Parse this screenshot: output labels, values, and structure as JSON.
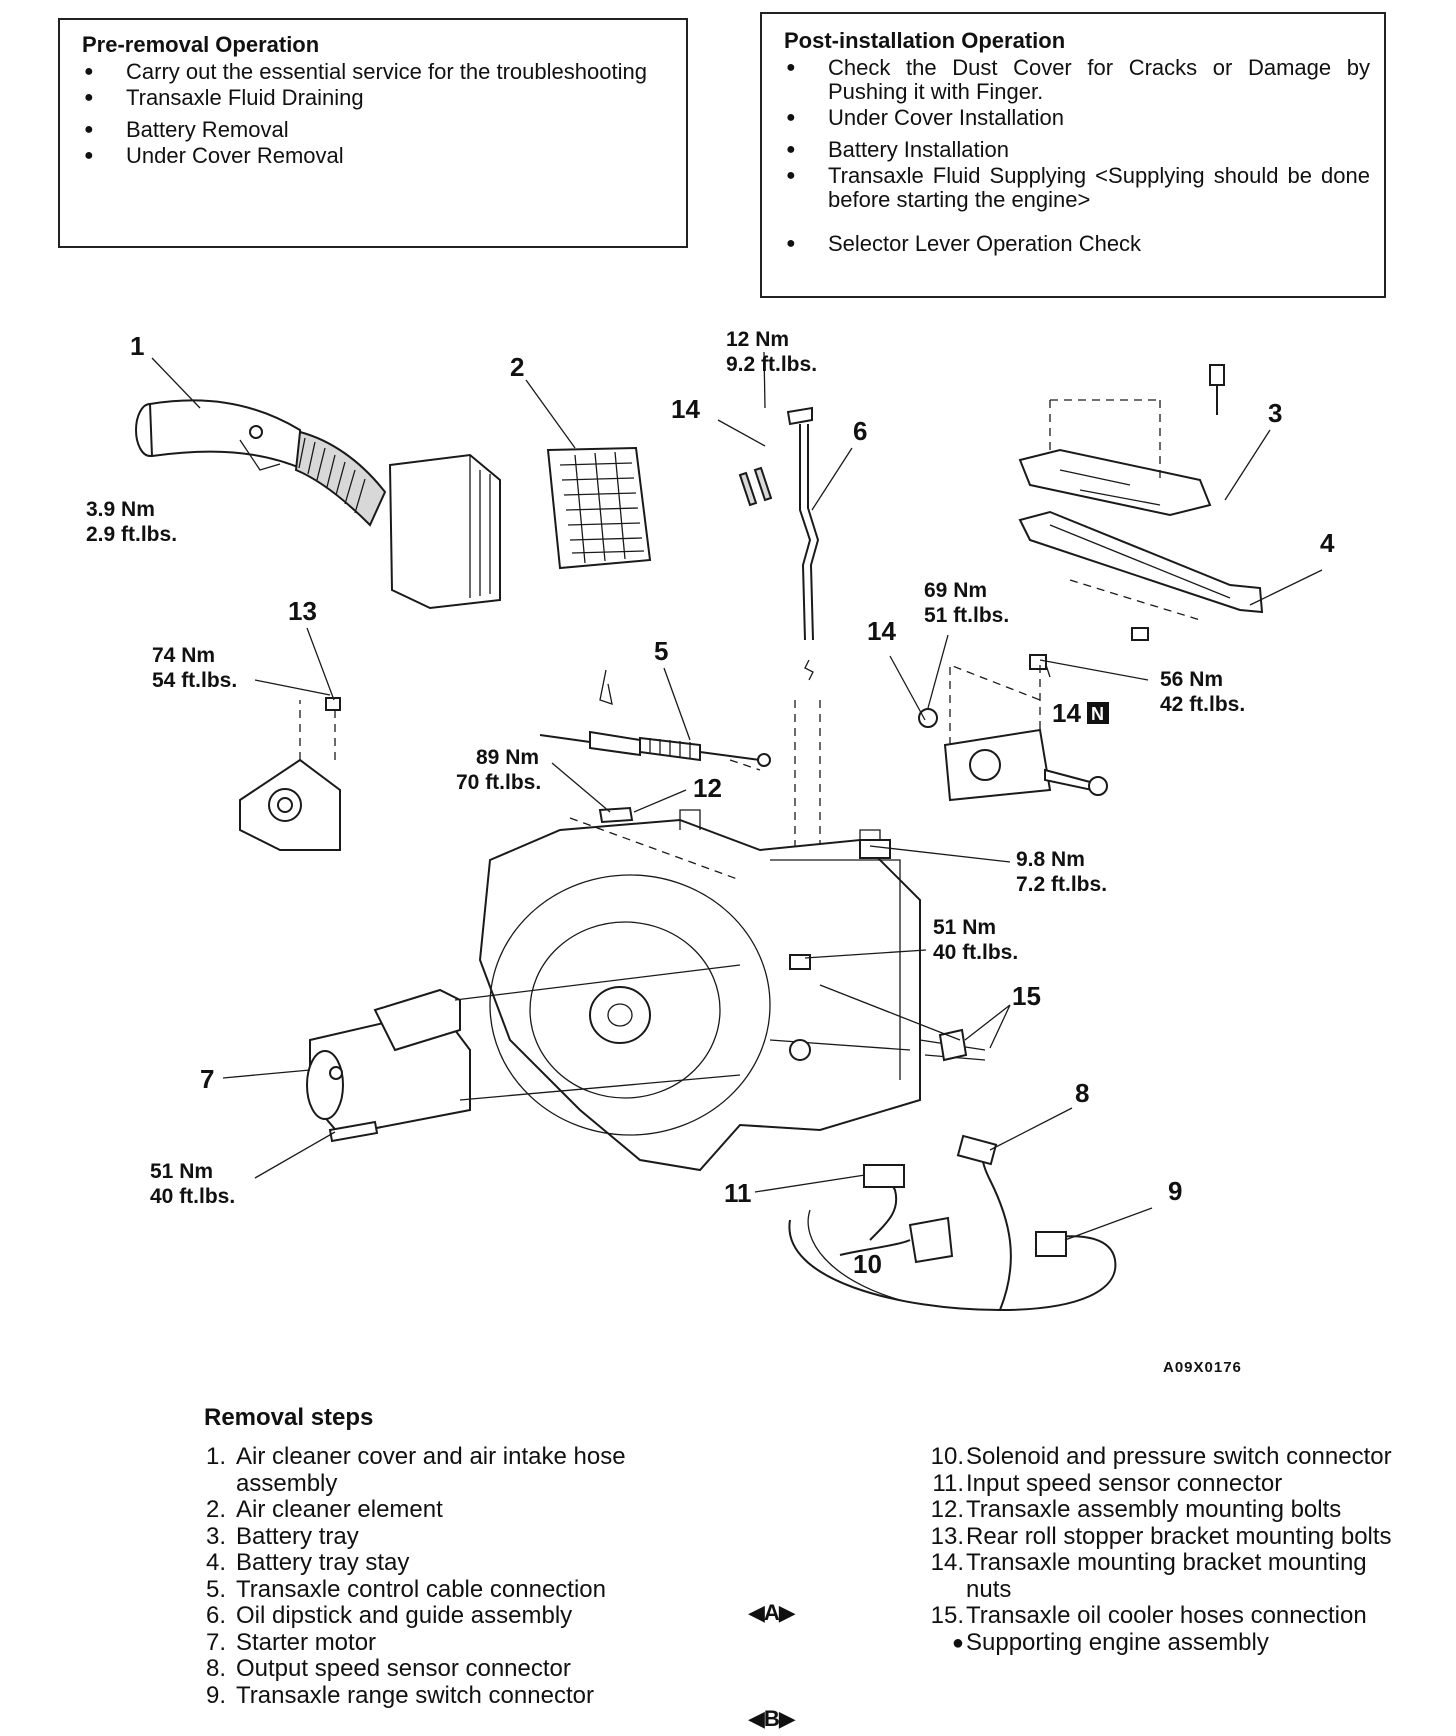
{
  "pre_removal": {
    "title": "Pre-removal Operation",
    "items": [
      "Carry out the essential service for the troubleshooting",
      "Transaxle Fluid Draining",
      "Battery Removal",
      "Under Cover Removal"
    ]
  },
  "post_installation": {
    "title": "Post-installation Operation",
    "items": [
      "Check the Dust Cover for Cracks or Damage by Pushing it with Finger.",
      "Under Cover Installation",
      "Battery Installation",
      "Transaxle Fluid Supplying <Supplying should be done before starting the engine>",
      "Selector Lever Operation Check"
    ]
  },
  "diagram": {
    "part_numbers": [
      "1",
      "2",
      "3",
      "4",
      "5",
      "6",
      "7",
      "8",
      "9",
      "10",
      "11",
      "12",
      "13",
      "14",
      "14",
      "15"
    ],
    "special_label": "14",
    "special_badge": "N",
    "torques": [
      {
        "nm": "3.9 Nm",
        "ftlbs": "2.9 ft.lbs."
      },
      {
        "nm": "12 Nm",
        "ftlbs": "9.2 ft.lbs."
      },
      {
        "nm": "74 Nm",
        "ftlbs": "54 ft.lbs."
      },
      {
        "nm": "89 Nm",
        "ftlbs": "70 ft.lbs."
      },
      {
        "nm": "69 Nm",
        "ftlbs": "51 ft.lbs."
      },
      {
        "nm": "56 Nm",
        "ftlbs": "42 ft.lbs."
      },
      {
        "nm": "9.8 Nm",
        "ftlbs": "7.2 ft.lbs."
      },
      {
        "nm": "51 Nm",
        "ftlbs": "40 ft.lbs."
      },
      {
        "nm": "51 Nm",
        "ftlbs": "40 ft.lbs."
      }
    ],
    "figure_code": "A09X0176"
  },
  "removal": {
    "title": "Removal steps",
    "left": [
      {
        "n": "1.",
        "t": "Air cleaner cover and air intake hose assembly"
      },
      {
        "n": "2.",
        "t": "Air cleaner element"
      },
      {
        "n": "3.",
        "t": "Battery tray"
      },
      {
        "n": "4.",
        "t": "Battery tray stay"
      },
      {
        "n": "5.",
        "t": "Transaxle control cable connection"
      },
      {
        "n": "6.",
        "t": "Oil dipstick and guide assembly"
      },
      {
        "n": "7.",
        "t": "Starter motor"
      },
      {
        "n": "8.",
        "t": "Output speed sensor connector"
      },
      {
        "n": "9.",
        "t": "Transaxle range switch connector"
      }
    ],
    "right": [
      {
        "n": "10.",
        "t": "Solenoid and pressure switch connector"
      },
      {
        "n": "11.",
        "t": "Input speed sensor connector"
      },
      {
        "n": "12.",
        "t": "Transaxle assembly mounting bolts"
      },
      {
        "n": "13.",
        "t": "Rear roll stopper bracket mounting bolts"
      },
      {
        "n": "14.",
        "t": "Transaxle mounting bracket mounting nuts"
      },
      {
        "n": "15.",
        "t": "Transaxle oil cooler hoses connection"
      }
    ],
    "extra": "Supporting engine assembly",
    "mark_a": "◀A▶",
    "mark_b": "◀B▶"
  }
}
